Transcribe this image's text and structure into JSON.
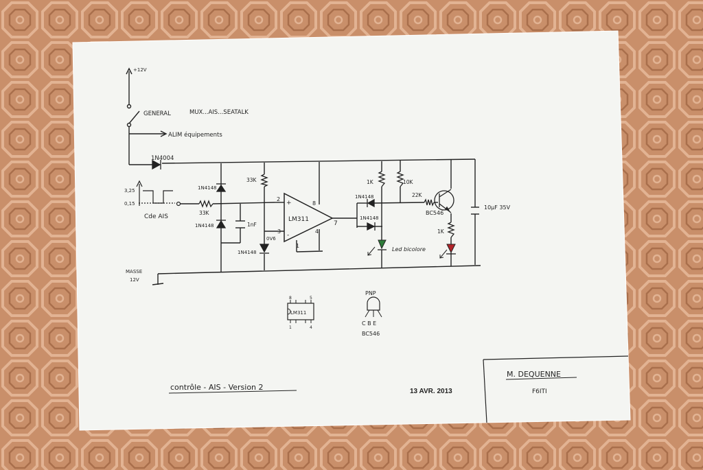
{
  "colors": {
    "tablecloth": "#c98f6a",
    "paper": "#f4f5f2",
    "ink": "#222222",
    "led_green": "#2e7d3a",
    "led_red": "#b3242a"
  },
  "supply": {
    "v12": "+12V",
    "switch_general": "GENERAL",
    "switch_targets": "MUX...AIS...SEATALK",
    "alim": "ALIM équipements",
    "ground_line1": "MASSE",
    "ground_line2": "12V"
  },
  "input": {
    "level_high": "3,25",
    "level_low": "0,15",
    "label": "Cde AIS"
  },
  "components": {
    "diode_main": "1N4004",
    "diode_clamp_top": "1N4148",
    "diode_clamp_bottom": "1N4148",
    "diode_ref": "1N4148",
    "diode_out1": "1N4148",
    "diode_out2": "1N4148",
    "r_input": "33K",
    "r_divider": "33K",
    "cap_filter": "1nF",
    "v_ref": "0V6",
    "opamp": "LM311",
    "pin_plus": "2",
    "pin_minus": "3",
    "pin_vcc": "8",
    "pin_out": "7",
    "pin_gnd": "4",
    "pin_1": "1",
    "r_pullup": "1K",
    "r_10k": "10K",
    "r_22k": "22K",
    "transistor": "BC546",
    "r_led": "1K",
    "led_label": "Led bicolore",
    "cap_out": "10µF 35V",
    "plus_sign": "+",
    "minus_sign": "-"
  },
  "pinout": {
    "ic_label": "LM311",
    "ic_top_left": "8",
    "ic_top_right": "5",
    "ic_bottom_left": "1",
    "ic_bottom_right": "4",
    "transistor_type": "PNP",
    "transistor_pins": "C B E",
    "transistor_label": "BC546"
  },
  "footer": {
    "title": "contrôle - AIS - Version 2",
    "date_stamp": "13 AVR. 2013",
    "author": "M. DEQUENNE",
    "callsign": "F6ITI"
  }
}
